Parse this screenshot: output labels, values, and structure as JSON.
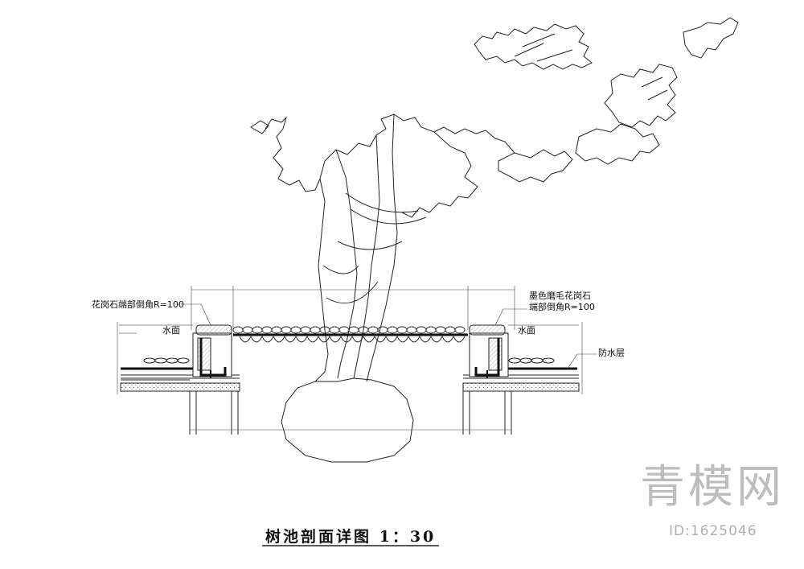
{
  "drawing": {
    "title": "树池剖面详图  1：30",
    "labels": {
      "granite_left": "花岗石端部倒角R=100",
      "granite_right_line1": "墨色磨毛花岗石",
      "granite_right_line2": "端部倒角R=100",
      "water_left": "水面",
      "water_right": "水面",
      "waterproof": "防水层"
    }
  },
  "watermark": {
    "logo_text": "青模网",
    "id_text": "ID:1625046",
    "color": "#bdbdbd"
  },
  "colors": {
    "line": "#222222",
    "hatch": "#555555",
    "fill_dark": "#111111"
  }
}
